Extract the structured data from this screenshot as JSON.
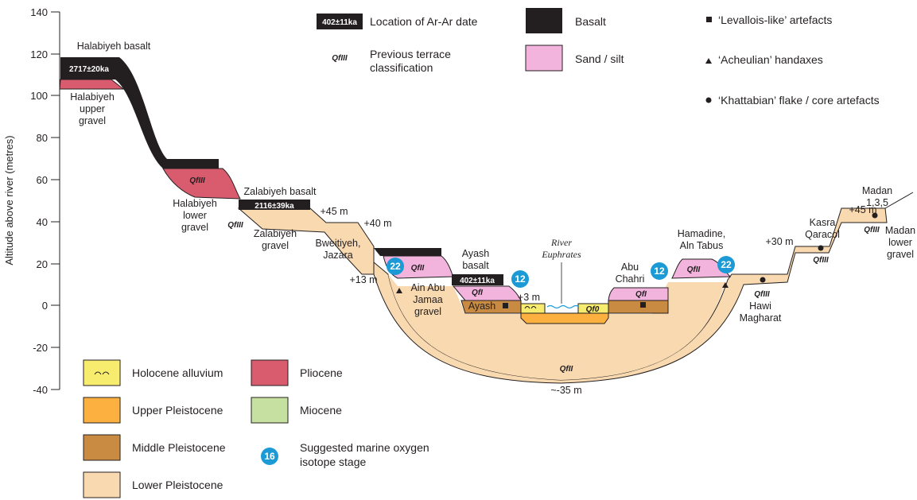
{
  "axis": {
    "ylabel": "Altitude above river (metres)",
    "ticks": [
      "140",
      "120",
      "100",
      "80",
      "60",
      "40",
      "20",
      "0",
      "-20",
      "-40"
    ]
  },
  "legend_top": {
    "date_example": "402±11ka",
    "date_desc": "Location of Ar-Ar date",
    "terrace_example": "QfIII",
    "terrace_desc_1": "Previous terrace",
    "terrace_desc_2": "classification",
    "basalt": "Basalt",
    "sand": "Sand / silt",
    "levallois": "‘Levallois-like’ artefacts",
    "acheulian": "‘Acheulian’ handaxes",
    "khattabian": "‘Khattabian’ flake / core artefacts"
  },
  "legend_bottom": {
    "holocene": "Holocene alluvium",
    "upper": "Upper Pleistocene",
    "middle": "Middle Pleistocene",
    "lower": "Lower Pleistocene",
    "pliocene": "Pliocene",
    "miocene": "Miocene",
    "mis_example": "16",
    "mis_desc_1": "Suggested marine oxygen",
    "mis_desc_2": "isotope stage"
  },
  "labels": {
    "halabiyeh_basalt": "Halabiyeh basalt",
    "halabiyeh_upper_1": "Halabiyeh",
    "halabiyeh_upper_2": "upper",
    "halabiyeh_upper_3": "gravel",
    "halabiyeh_lower_1": "Halabiyeh",
    "halabiyeh_lower_2": "lower",
    "halabiyeh_lower_3": "gravel",
    "zalabiyeh_basalt": "Zalabiyeh basalt",
    "zalabiyeh_gravel_1": "Zalabiyeh",
    "zalabiyeh_gravel_2": "gravel",
    "plus45": "+45 m",
    "plus40": "+40 m",
    "bweitiyeh_1": "Bweitiyeh,",
    "bweitiyeh_2": "Jazara",
    "plus13": "+13 m",
    "ain_1": "Ain Abu",
    "ain_2": "Jamaa",
    "ain_3": "gravel",
    "ayash_basalt_1": "Ayash",
    "ayash_basalt_2": "basalt",
    "ayash": "Ayash",
    "plus3": "+3 m",
    "river_1": "River",
    "river_2": "Euphrates",
    "abu_1": "Abu",
    "abu_2": "Chahri",
    "hamadine_1": "Hamadine,",
    "hamadine_2": "Aln Tabus",
    "hawi_1": "Hawi",
    "hawi_2": "Magharat",
    "plus30": "+30 m",
    "kasra_1": "Kasra",
    "kasra_2": "Qaracol",
    "plus45b": "+45 m",
    "madan_1": "Madan",
    "madan_2": "1,3,5",
    "madan_lower_1": "Madan",
    "madan_lower_2": "lower",
    "madan_lower_3": "gravel",
    "depth": "~-35 m"
  },
  "dates": {
    "halabiyeh": "2717±20ka",
    "zalabiyeh": "2116±39ka",
    "ayash": "402±11ka"
  },
  "terraces": {
    "qfiii_halabiyeh": "QfIII",
    "qfiii_zalabiyeh": "QfIII",
    "qfii_ain": "QfII",
    "qfi_ayash": "QfI",
    "qf0": "Qf0",
    "qfi_abu": "QfI",
    "qfii_hamadine": "QfII",
    "qfiii_hawi": "QfIII",
    "qfiii_kasra": "QfIII",
    "qfiii_madan": "QfIII",
    "qfii_base": "QfII"
  },
  "mis": {
    "ain": "22",
    "ayash": "12",
    "abu": "12",
    "hamadine": "22"
  },
  "colors": {
    "basalt": "#231f20",
    "sand": "#f2b3dc",
    "pliocene": "#d95b6e",
    "holocene": "#f7ec6e",
    "upper": "#fbb040",
    "middle": "#c98b42",
    "lower": "#f9d9b0",
    "miocene": "#c5e0a0",
    "mis": "#1c9ad6"
  }
}
